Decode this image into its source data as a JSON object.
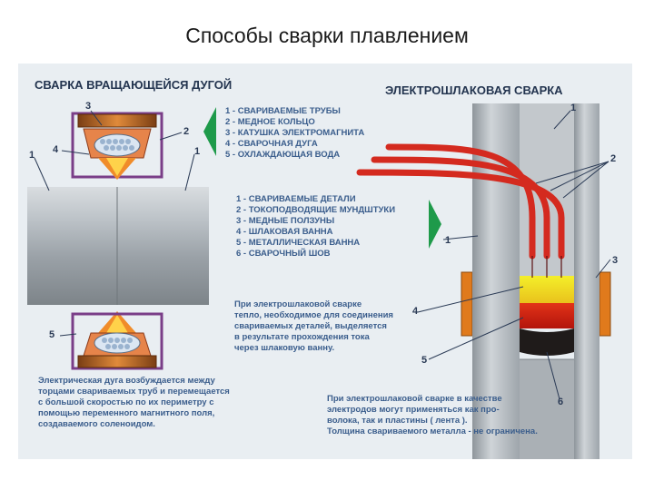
{
  "slide_title": "Способы сварки плавлением",
  "left": {
    "heading": "СВАРКА ВРАЩАЮЩЕЙСЯ ДУГОЙ",
    "callouts": [
      "3",
      "2",
      "4",
      "1",
      "1",
      "5"
    ],
    "legend": [
      "1 - СВАРИВАЕМЫЕ ТРУБЫ",
      "2 - МЕДНОЕ КОЛЬЦО",
      "3 - КАТУШКА ЭЛЕКТРОМАГНИТА",
      "4 - СВАРОЧНАЯ ДУГА",
      "5 - ОХЛАЖДАЮЩАЯ ВОДА"
    ],
    "description": [
      "Электрическая дуга возбуждается между",
      "торцами свариваемых труб и перемещается",
      "с большой скоростью по их периметру с",
      "помощью переменного магнитного поля,",
      "создаваемого соленоидом."
    ]
  },
  "right": {
    "heading": "ЭЛЕКТРОШЛАКОВАЯ СВАРКА",
    "callouts": [
      "1",
      "2",
      "1",
      "3",
      "4",
      "5",
      "6"
    ],
    "legend": [
      "1 - СВАРИВАЕМЫЕ ДЕТАЛИ",
      "2 - ТОКОПОДВОДЯЩИЕ МУНДШТУКИ",
      "3 - МЕДНЫЕ ПОЛЗУНЫ",
      "4 - ШЛАКОВАЯ ВАННА",
      "5 - МЕТАЛЛИЧЕСКАЯ ВАННА",
      "6 - СВАРОЧНЫЙ ШОВ"
    ],
    "note1": [
      "При электрошлаковой сварке",
      "тепло, необходимое для соединения",
      "свариваемых деталей, выделяется",
      "в результате прохождения тока",
      "через шлаковую ванну."
    ],
    "note2": [
      "При электрошлаковой сварке в качестве",
      "электродов могут применяться как про-",
      "волока, так и пластины ( лента ).",
      "Толщина свариваемого металла - не ограничена."
    ]
  },
  "colors": {
    "heading": "#23344f",
    "legend_text": "#3a5d8c",
    "callout": "#2a3a55",
    "arrow": "#1e9a4a",
    "electrode": "#d42a1f",
    "copper": "#e07a1c",
    "pipe": "#a9b0b6"
  }
}
